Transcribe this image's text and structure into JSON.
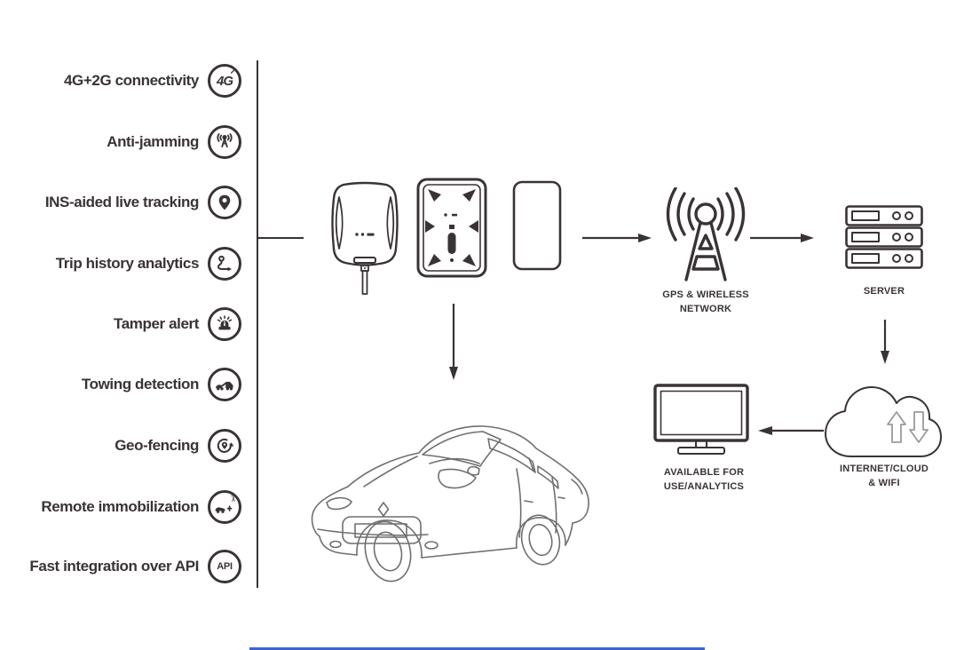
{
  "colors": {
    "ink": "#3a3335",
    "car_line": "#6f6f6f",
    "accent_bar": "#3b63d8",
    "background": "#ffffff"
  },
  "features": {
    "items": [
      {
        "label": "4G+2G connectivity",
        "icon": "4g-arrow-icon",
        "icon_text": "4G",
        "icon_arrow": "↗"
      },
      {
        "label": "Anti-jamming",
        "icon": "antenna-jamming-icon"
      },
      {
        "label": "INS-aided live tracking",
        "icon": "location-pin-icon"
      },
      {
        "label": "Trip history analytics",
        "icon": "route-history-icon"
      },
      {
        "label": "Tamper alert",
        "icon": "siren-icon"
      },
      {
        "label": "Towing detection",
        "icon": "tow-truck-icon"
      },
      {
        "label": "Geo-fencing",
        "icon": "geofence-icon"
      },
      {
        "label": "Remote immobilization",
        "icon": "immobilizer-icon"
      },
      {
        "label": "Fast integration over API",
        "icon": "api-icon",
        "icon_text": "API"
      }
    ]
  },
  "flow": {
    "devices": [
      {
        "name": "wired-gps-tracker-device"
      },
      {
        "name": "magnetic-gps-tracker-device"
      },
      {
        "name": "compact-gps-tracker-device"
      }
    ],
    "network": {
      "line1": "GPS & WIRELESS",
      "line2": "NETWORK",
      "icon": "radio-tower-icon"
    },
    "server": {
      "line1": "SERVER",
      "line2": "",
      "icon": "server-rack-icon"
    },
    "cloud": {
      "line1": "INTERNET/CLOUD",
      "line2": "& WIFI",
      "icon": "cloud-sync-icon"
    },
    "analytics": {
      "line1": "AVAILABLE FOR",
      "line2": "USE/ANALYTICS",
      "icon": "desktop-monitor-icon"
    },
    "vehicle": {
      "name": "sedan-car-illustration"
    }
  }
}
